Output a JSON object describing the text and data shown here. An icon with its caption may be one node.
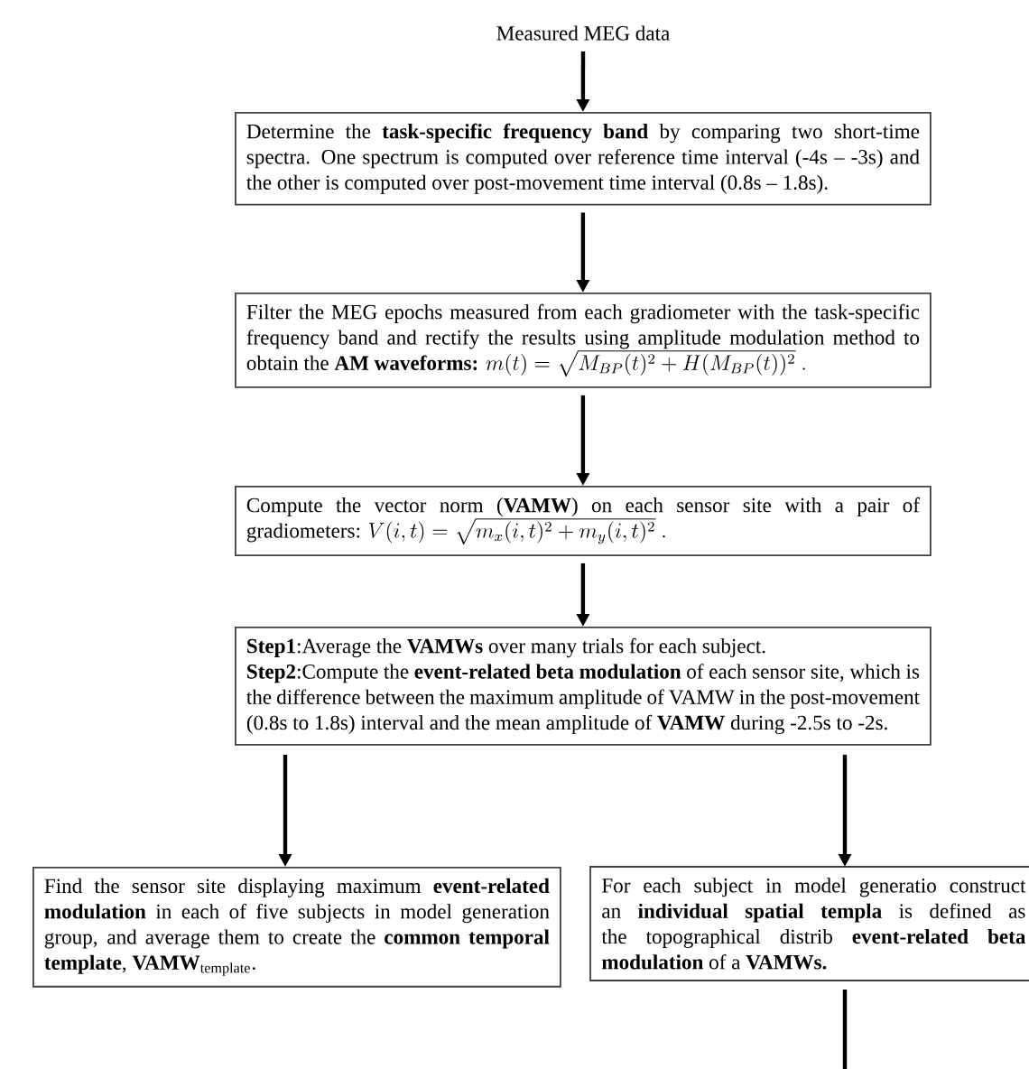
{
  "diagram": {
    "nodes": [
      {
        "text": [
          "Measured MEG data"
        ]
      },
      {
        "text": [
          "Determine the **task-specific frequency band** by comparing two short-time spectra. One spectrum is computed over reference time interval (-4s – -3s) and the other is computed over post-movement time interval (0.8s – 1.8s)."
        ]
      },
      {
        "text": [
          "Filter the MEG epochs measured from each gradiometer with the task-specific frequency band and rectify the results using amplitude modulation method to obtain the **AM waveforms:**",
          "m(t)=\\sqrt{M_{BP}(t)^2+H(M_{BP}(t))^2}\\ ."
        ]
      },
      {
        "text": [
          "Compute the vector norm (**VAMW**) on each sensor site with a pair of gradiometers:",
          "V(i,t)=\\sqrt{m_x(i,t)^2+m_y(i,t)^2}\\ ."
        ]
      },
      {
        "text": [
          "**Step1**:Average the **VAMWs** over many trials for each subject.",
          "**Step2**:Compute the **event-related beta modulation** of each sensor site, which is the difference between the maximum amplitude of VAMW in the post-movement (0.8s to 1.8s) interval and the mean amplitude of **VAMW** during -2.5s to -2s."
        ]
      },
      {
        "text": [
          "Find the sensor site displaying maximum **event-related modulation** in each of five subjects in model generation group, and average them to create the **common temporal template**, **VAMW**$_{template}$."
        ]
      },
      {
        "text": [
          "For each subject in model generatio construct an **individual spatial templa** is defined as the topographical distrib **event-related beta modulation** of a **VAMWs.**"
        ]
      }
    ],
    "edges": [
      {
        "from": 0,
        "to": 1,
        "arrow": "to"
      },
      {
        "from": 1,
        "to": 2,
        "arrow": "to"
      },
      {
        "from": 2,
        "to": 3,
        "arrow": "to"
      },
      {
        "from": 3,
        "to": 4,
        "arrow": "to"
      },
      {
        "from": 4,
        "to": 5,
        "arrow": "to"
      },
      {
        "from": 4,
        "to": 6,
        "arrow": "to"
      },
      {
        "from": 6,
        "to": null,
        "arrow": "none"
      }
    ]
  }
}
